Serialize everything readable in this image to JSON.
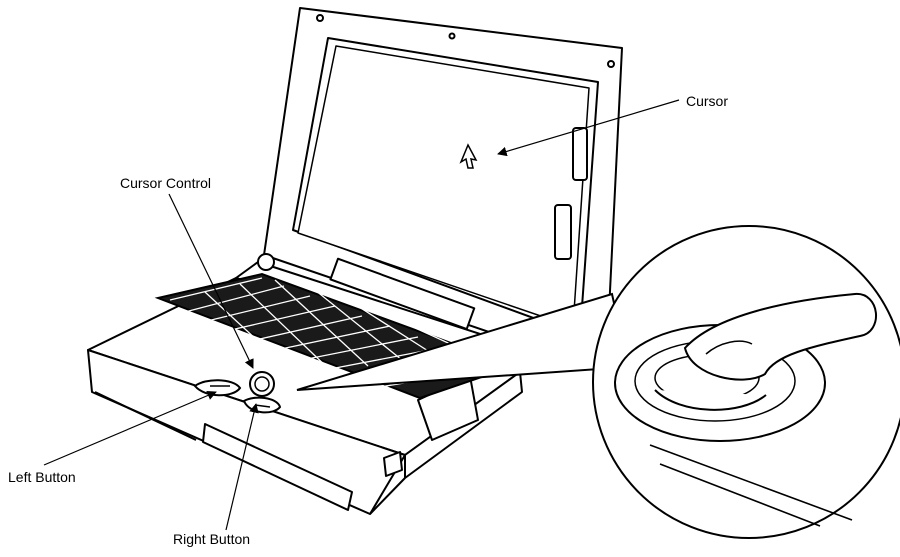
{
  "figure": {
    "callouts": {
      "cursor": "Cursor",
      "cursor_control": "Cursor Control",
      "left_button": "Left Button",
      "right_button": "Right Button"
    },
    "colors": {
      "ink": "#000000",
      "background": "#ffffff"
    }
  }
}
